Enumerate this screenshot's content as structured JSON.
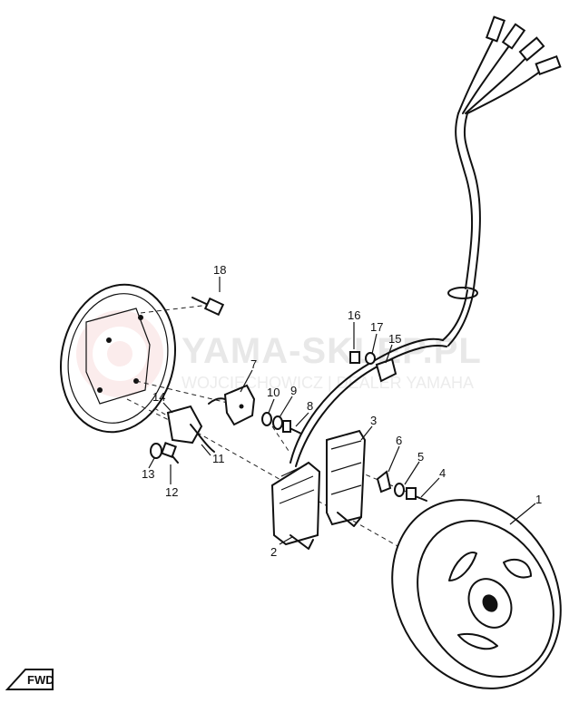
{
  "watermark": {
    "title": "YAMA-SKLEP.PL",
    "subtitle": "WOJCIECHOWICZ | DEALER YAMAHA"
  },
  "fwd_label": "FWD",
  "callouts": [
    {
      "id": "callout-1",
      "label": "1"
    },
    {
      "id": "callout-2",
      "label": "2"
    },
    {
      "id": "callout-3",
      "label": "3"
    },
    {
      "id": "callout-4",
      "label": "4"
    },
    {
      "id": "callout-5",
      "label": "5"
    },
    {
      "id": "callout-6",
      "label": "6"
    },
    {
      "id": "callout-7",
      "label": "7"
    },
    {
      "id": "callout-8",
      "label": "8"
    },
    {
      "id": "callout-9",
      "label": "9"
    },
    {
      "id": "callout-10",
      "label": "10"
    },
    {
      "id": "callout-11",
      "label": "11"
    },
    {
      "id": "callout-12",
      "label": "12"
    },
    {
      "id": "callout-13",
      "label": "13"
    },
    {
      "id": "callout-14",
      "label": "14"
    },
    {
      "id": "callout-15",
      "label": "15"
    },
    {
      "id": "callout-16",
      "label": "16"
    },
    {
      "id": "callout-17",
      "label": "17"
    },
    {
      "id": "callout-18",
      "label": "18"
    }
  ]
}
